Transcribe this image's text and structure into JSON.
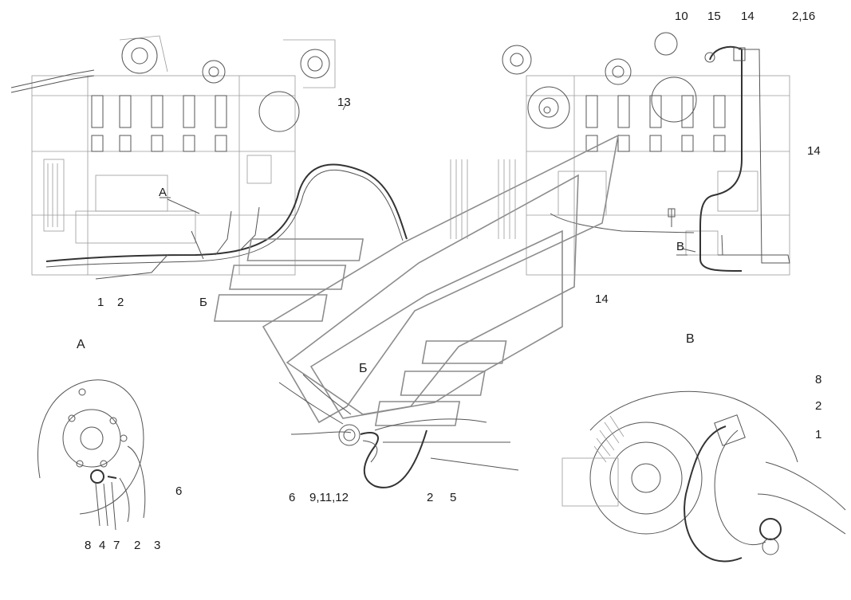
{
  "callouts": {
    "n10": "10",
    "n15": "15",
    "n14_top": "14",
    "n2_16": "2,16",
    "n13": "13",
    "n14_right": "14",
    "n14_mid": "14",
    "view_A_mark": "А",
    "view_V_mark": "В",
    "n1_left": "1",
    "n2_left": "2",
    "view_B_under": "Б",
    "view_A_title": "А",
    "view_V_title": "В",
    "view_B_title": "Б",
    "n8_right": "8",
    "n2_right": "2",
    "n1_right": "1",
    "n6_A": "6",
    "detailA_bottom": [
      "8",
      "4",
      "7",
      "2",
      "3"
    ],
    "n6_B": "6",
    "n9_11_12": "9,11,12",
    "n2_B": "2",
    "n5_B": "5"
  },
  "colors": {
    "line": "#555555",
    "light": "#9a9a9a",
    "logo": "#8c8c8c",
    "harness": "#333333"
  }
}
